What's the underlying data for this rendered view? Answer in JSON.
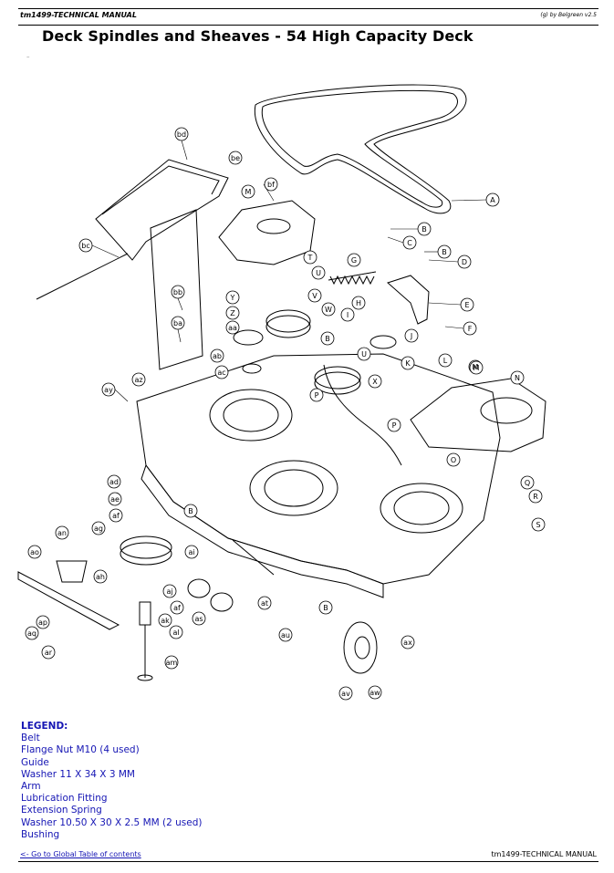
{
  "header": {
    "manual_code": "tm1499-TECHNICAL MANUAL",
    "credit": "(g) by Belgreen v2.5"
  },
  "page_title": "Deck Spindles and Sheaves - 54 High Capacity Deck",
  "callouts": [
    "A",
    "B",
    "C",
    "D",
    "E",
    "F",
    "G",
    "H",
    "I",
    "J",
    "K",
    "L",
    "M",
    "N",
    "O",
    "P",
    "Q",
    "R",
    "S",
    "T",
    "U",
    "V",
    "W",
    "X",
    "Y",
    "Z",
    "aa",
    "ab",
    "ac",
    "ad",
    "ae",
    "af",
    "ag",
    "ah",
    "ai",
    "aj",
    "ak",
    "al",
    "am",
    "an",
    "ao",
    "ap",
    "aq",
    "ar",
    "as",
    "at",
    "au",
    "av",
    "aw",
    "ax",
    "ay",
    "az",
    "ba",
    "bb",
    "bc",
    "bd",
    "be",
    "bf"
  ],
  "legend": {
    "heading": "LEGEND:",
    "items": [
      "Belt",
      "Flange Nut M10 (4 used)",
      "Guide",
      "Washer 11 X 34 X 3 MM",
      "Arm",
      "Lubrication Fitting",
      "Extension Spring",
      "Washer 10.50 X 30 X 2.5 MM (2 used)",
      "Bushing"
    ]
  },
  "footer": {
    "toc_link": "<- Go to Global Table of contents",
    "manual_code": "tm1499-TECHNICAL MANUAL"
  }
}
